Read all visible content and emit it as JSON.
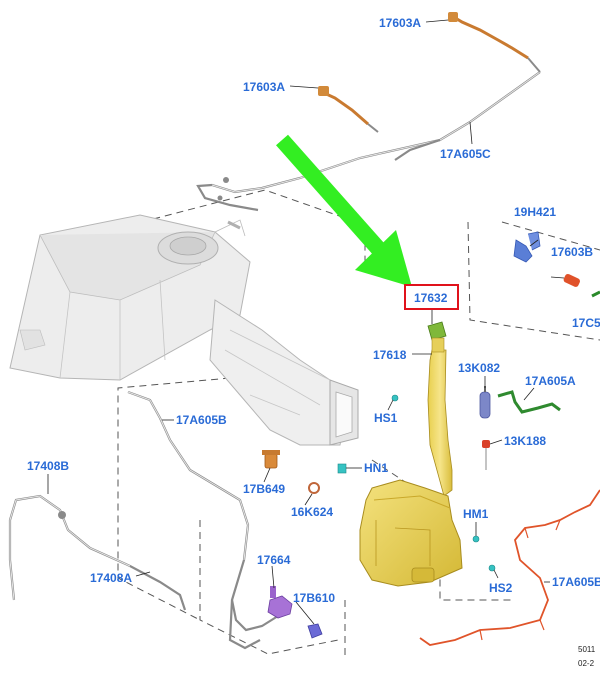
{
  "labels": {
    "l_17603A_top": "17603A",
    "l_17603A_mid": "17603A",
    "l_17A605C": "17A605C",
    "l_19H421": "19H421",
    "l_17603B": "17603B",
    "l_17C5": "17C5",
    "l_17632": "17632",
    "l_17618": "17618",
    "l_13K082": "13K082",
    "l_17A605A": "17A605A",
    "l_HS1": "HS1",
    "l_13K188": "13K188",
    "l_17A605B": "17A605B",
    "l_HN1": "HN1",
    "l_17B649": "17B649",
    "l_16K624": "16K624",
    "l_HM1": "HM1",
    "l_17408B": "17408B",
    "l_17408A": "17408A",
    "l_17664": "17664",
    "l_17B610": "17B610",
    "l_HS2": "HS2",
    "l_17A605B_right": "17A605B"
  },
  "footer": {
    "ref_code": "5011",
    "ref_date": "02-2"
  },
  "highlight": {
    "arrow_color": "#33ee22",
    "box_color": "#e0121b",
    "label_color": "#2a6bd6",
    "reservoir_color": "#ead25a"
  }
}
